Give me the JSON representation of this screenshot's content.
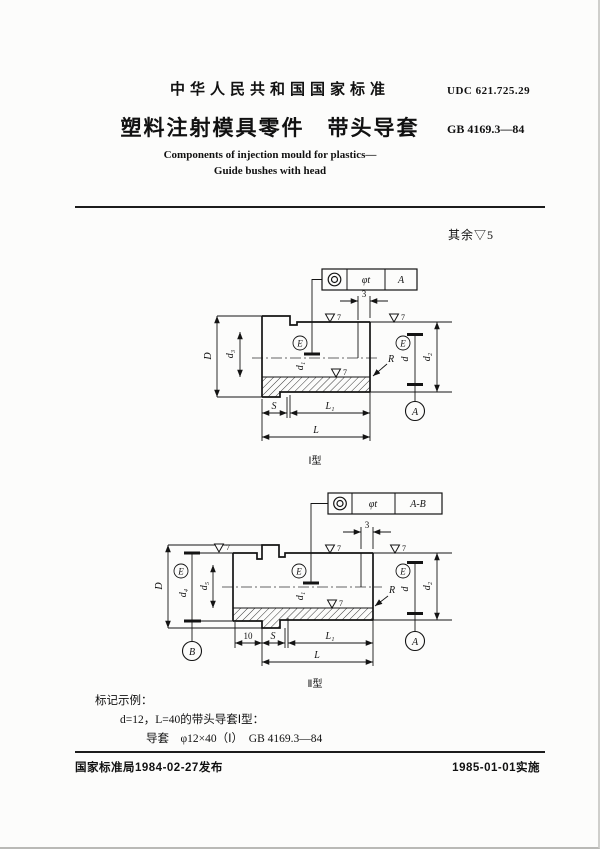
{
  "header": {
    "standard_org": "中华人民共和国国家标准",
    "udc": "UDC 621.725.29",
    "title_cn": "塑料注射模具零件　带头导套",
    "standard_no": "GB 4169.3—84",
    "title_en_line1": "Components of injection mould for plastics—",
    "title_en_line2": "Guide bushes with head"
  },
  "surface_note": "其余▽5",
  "t1": {
    "caption": "Ⅰ型",
    "fcf": {
      "symbol": "◎",
      "tolerance": "φt",
      "datum": "A"
    },
    "dims": {
      "D": "D",
      "d3": "d₃",
      "d1": "d₁",
      "d": "d",
      "d2": "d₂",
      "s": "S",
      "l1": "L₁",
      "l": "L",
      "r": "R",
      "three": "3"
    },
    "datum_a": "A",
    "fit_mark": "E",
    "finish_value": "7"
  },
  "t2": {
    "caption": "Ⅱ型",
    "fcf": {
      "symbol": "◎",
      "tolerance": "φt",
      "datum": "A-B"
    },
    "dims": {
      "D": "D",
      "d4": "d₄",
      "d5": "d₅",
      "d1": "d₁",
      "d": "d",
      "d2": "d₂",
      "s": "S",
      "l1": "L₁",
      "l": "L",
      "r": "R",
      "three": "3",
      "ten": "10"
    },
    "datum_a": "A",
    "datum_b": "B",
    "fit_mark": "E",
    "finish_value": "7"
  },
  "example": {
    "heading": "标记示例：",
    "line1": "d=12，L=40的带头导套Ⅰ型：",
    "line2": "导套　φ12×40（Ⅰ）　GB 4169.3—84"
  },
  "footer": {
    "left": "国家标准局1984-02-27发布",
    "right": "1985-01-01实施"
  }
}
